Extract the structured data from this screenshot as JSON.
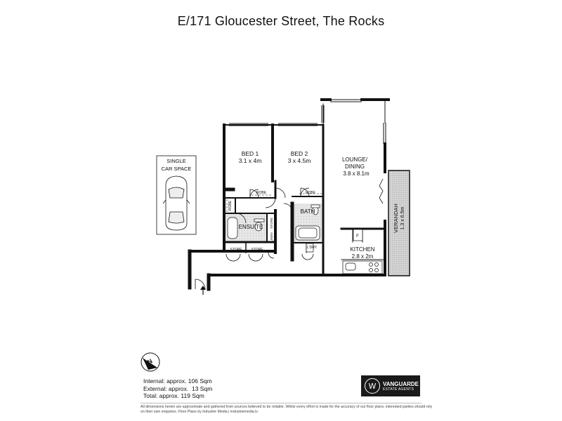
{
  "title": "E/171 Gloucester Street, The Rocks",
  "rooms": {
    "bed1": {
      "name": "BED 1",
      "size": "3.1 x 4m"
    },
    "bed2": {
      "name": "BED 2",
      "size": "3 x 4.5m"
    },
    "lounge": {
      "name_line1": "LOUNGE/",
      "name_line2": "DINING",
      "size": "3.8 x 8.1m"
    },
    "verandah": {
      "name": "VERANDAH",
      "size": "1.3 x 6.5m"
    },
    "kitchen": {
      "name": "KITCHEN",
      "size": "2.8 x 2m"
    },
    "bath": "BATH",
    "ensuite": "ENSUITE",
    "robe1": "ROBE",
    "robe2": "ROBE",
    "robe3": "ROBE",
    "store1": "STORE",
    "store2": "STORE",
    "store3": "STORE",
    "linen": "LINEN",
    "lndry": "L'DRY",
    "fridge": "F"
  },
  "car_space": {
    "line1": "SINGLE",
    "line2": "CAR SPACE"
  },
  "compass_letter": "N",
  "areas": {
    "internal": "Internal: approx. 106 Sqm",
    "external": "External: approx.  13 Sqm",
    "total": "Total: approx. 119 Sqm"
  },
  "disclaimer": "All dimensions herein are approximate and gathered from sources believed to be reliable. Whilst every effort is made for the accuracy of our floor plans, interested parties should rely on their own enquiries. Floor Plans by Industrie Media | industriemedia.tv",
  "agency": {
    "name": "VANGUARDE",
    "tagline": "ESTATE AGENTS"
  },
  "colors": {
    "wall": "#111111",
    "hatch": "#9a9a9a"
  },
  "icons": [
    "compass-icon",
    "car-icon",
    "entry-arrow-icon",
    "agency-logo-icon"
  ]
}
